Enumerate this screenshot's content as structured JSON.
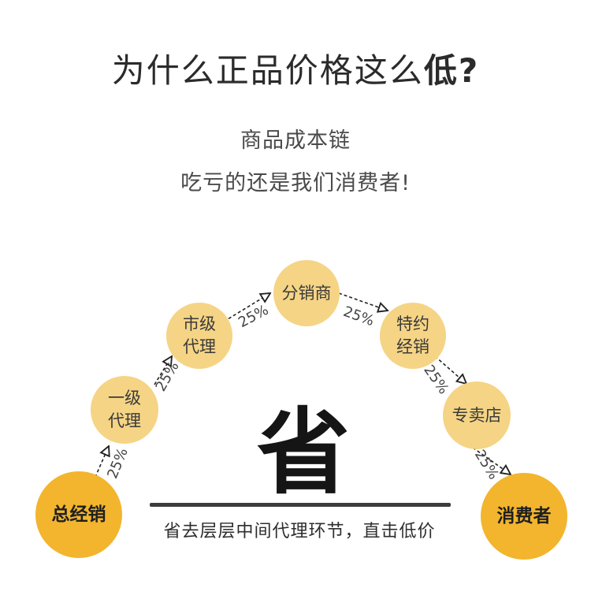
{
  "title": {
    "prefix": "为什么正品价格这么",
    "emphasis": "低?"
  },
  "subtitle": {
    "line1": "商品成本链",
    "line2": "吃亏的还是我们消费者!"
  },
  "chain": {
    "nodes": [
      {
        "id": "zongjingxiao",
        "lines": [
          "总经销"
        ],
        "emphasis": true
      },
      {
        "id": "yiji",
        "lines": [
          "一级",
          "代理"
        ],
        "emphasis": false
      },
      {
        "id": "shiji",
        "lines": [
          "市级",
          "代理"
        ],
        "emphasis": false
      },
      {
        "id": "fenxiao",
        "lines": [
          "分销商"
        ],
        "emphasis": false
      },
      {
        "id": "teyue",
        "lines": [
          "特约",
          "经销"
        ],
        "emphasis": false
      },
      {
        "id": "zhuanmai",
        "lines": [
          "专卖店"
        ],
        "emphasis": false
      },
      {
        "id": "xiaofeizhe",
        "lines": [
          "消费者"
        ],
        "emphasis": true
      }
    ],
    "markup_labels": [
      "25%",
      "25%",
      "25%",
      "25%",
      "25%",
      "25%"
    ]
  },
  "center": {
    "big_char": "省",
    "caption": "省去层层中间代理环节，直击低价"
  },
  "colors": {
    "end_node": "#f2b52d",
    "mid_node": "#f5d485",
    "text": "#333333"
  }
}
